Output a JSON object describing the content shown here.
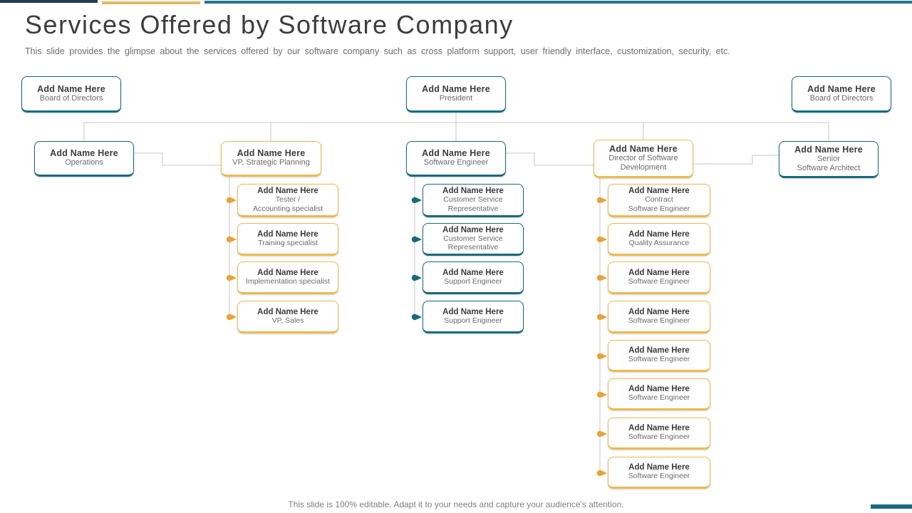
{
  "colors": {
    "navy": "#1e3c55",
    "gold": "#ecba52",
    "gold_bar": "#e5b95e",
    "teal": "#186a7f",
    "teal_bar": "#27758a",
    "connector": "#d4d4d4",
    "dot_gold": "#e8a33b",
    "dot_teal": "#186a7f",
    "text_dark": "#3d3d3d",
    "text_gray": "#6d6d6d",
    "footer_gray": "#7f7f7f"
  },
  "header": {
    "title": "Services Offered by Software Company",
    "subtitle": "This slide provides the glimpse about the services offered by our software company such as cross platform support, user friendly interface, customization, security, etc."
  },
  "footer": {
    "note": "This slide is 100% editable. Adapt it to your needs and capture your audience's attention."
  },
  "org": {
    "top": [
      {
        "name": "Add Name Here",
        "title": "Board of Directors"
      },
      {
        "name": "Add Name Here",
        "title": "President"
      },
      {
        "name": "Add Name Here",
        "title": "Board of Directors"
      }
    ],
    "level2": [
      {
        "name": "Add Name Here",
        "title": "Operations"
      },
      {
        "name": "Add Name Here",
        "title": "VP,  Strategic Planning"
      },
      {
        "name": "Add Name Here",
        "title": "Software Engineer"
      },
      {
        "name": "Add Name Here",
        "title": "Director of Software\nDevelopment"
      },
      {
        "name": "Add Name Here",
        "title": "Senior\nSoftware Architect"
      }
    ],
    "vp_children": [
      {
        "name": "Add Name Here",
        "title": "Tester /\nAccounting specialist"
      },
      {
        "name": "Add Name Here",
        "title": "Training  specialist"
      },
      {
        "name": "Add Name Here",
        "title": "Implementation  specialist"
      },
      {
        "name": "Add Name Here",
        "title": "VP, Sales"
      }
    ],
    "se_children": [
      {
        "name": "Add Name Here",
        "title": "Customer Service\nRepresentative"
      },
      {
        "name": "Add Name Here",
        "title": "Customer Service\nRepresentative"
      },
      {
        "name": "Add Name Here",
        "title": "Support Engineer"
      },
      {
        "name": "Add Name Here",
        "title": "Support Engineer"
      }
    ],
    "director_children": [
      {
        "name": "Add Name Here",
        "title": "Contract\nSoftware Engineer"
      },
      {
        "name": "Add Name Here",
        "title": "Quality Assurance"
      },
      {
        "name": "Add Name Here",
        "title": "Software Engineer"
      },
      {
        "name": "Add Name Here",
        "title": "Software Engineer"
      },
      {
        "name": "Add Name Here",
        "title": "Software Engineer"
      },
      {
        "name": "Add Name Here",
        "title": "Software Engineer"
      },
      {
        "name": "Add Name Here",
        "title": "Software Engineer"
      },
      {
        "name": "Add Name Here",
        "title": "Software Engineer"
      }
    ]
  }
}
